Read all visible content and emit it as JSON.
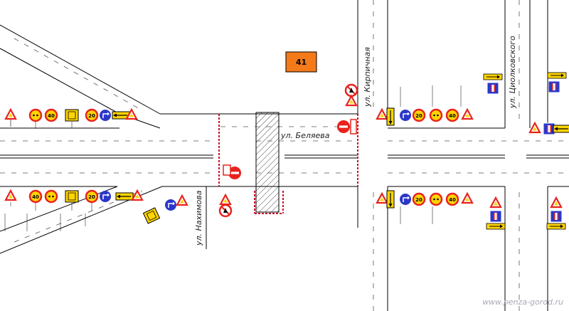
{
  "building": {
    "number": "41",
    "color": "#f47a1a"
  },
  "streets": {
    "belyaeva": "ул. Беляева",
    "kirpichnaya": "ул. Кирпичная",
    "tsiolkovskogo": "ул. Циолковского",
    "nakhimova": "ул. Нахимова"
  },
  "sign_values": {
    "speed_20": "20",
    "speed_40": "40"
  },
  "colors": {
    "road_line": "#000000",
    "lane_dash": "#555555",
    "sign_red": "#e8231d",
    "sign_yellow": "#ffd500",
    "sign_blue": "#2b37c9",
    "fence": "#c8102e"
  },
  "watermark": "www.penza-gorod.ru"
}
